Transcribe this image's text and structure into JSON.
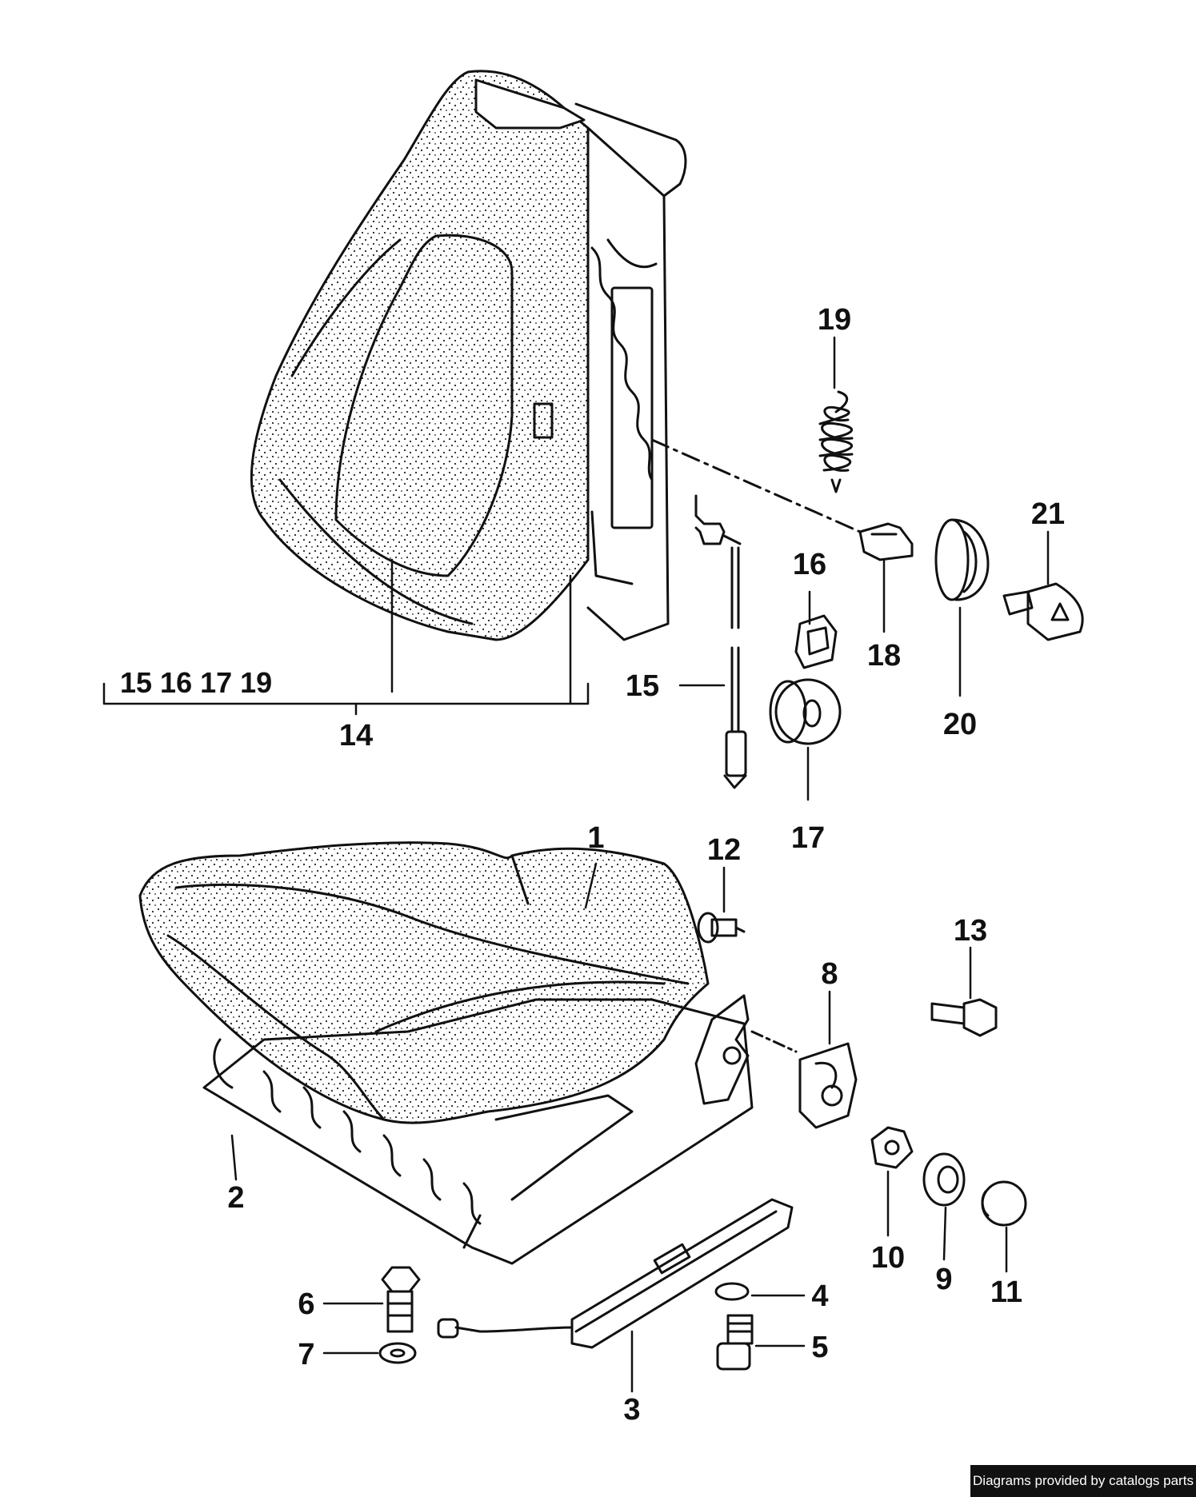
{
  "diagram": {
    "callouts": [
      "1",
      "2",
      "3",
      "4",
      "5",
      "6",
      "7",
      "8",
      "9",
      "10",
      "11",
      "12",
      "13",
      "14",
      "15",
      "16",
      "17",
      "18",
      "19",
      "20",
      "21"
    ],
    "group_label": "15 16 17 19",
    "colors": {
      "ink": "#111111",
      "background": "#ffffff"
    }
  },
  "footer": {
    "credit": "Diagrams provided by catalogs parts"
  }
}
